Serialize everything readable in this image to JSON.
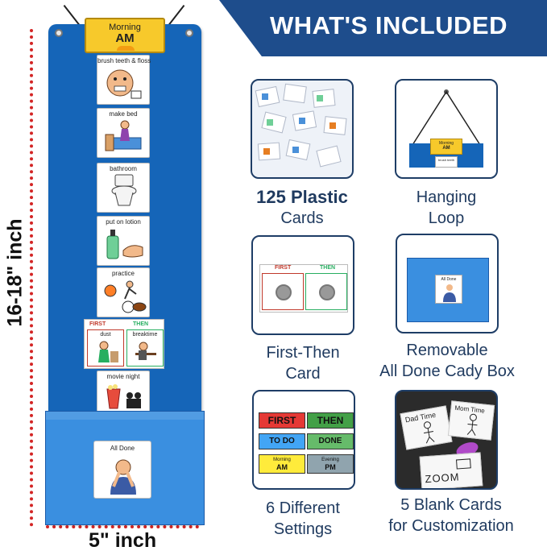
{
  "banner": {
    "title": "WHAT'S INCLUDED"
  },
  "dimensions": {
    "height": "16-18\" inch",
    "width": "5\" inch"
  },
  "chart": {
    "header_line1": "Morning",
    "header_line2": "AM",
    "cards": [
      {
        "label": "brush teeth & floss"
      },
      {
        "label": "make bed"
      },
      {
        "label": "bathroom"
      },
      {
        "label": "put on lotion"
      },
      {
        "label": "practice"
      },
      {
        "label": "movie night"
      }
    ],
    "first_then": {
      "first": "FIRST",
      "then": "THEN",
      "left": "dust",
      "right": "breaktime"
    },
    "box_card": "All Done"
  },
  "items": [
    {
      "title": "125 Plastic",
      "subtitle": "Cards"
    },
    {
      "title": "Hanging",
      "subtitle": "Loop"
    },
    {
      "title": "First-Then",
      "subtitle": "Card"
    },
    {
      "title": "Removable",
      "subtitle": "All Done Cady Box"
    },
    {
      "title": "6 Different",
      "subtitle": "Settings"
    },
    {
      "title": "5 Blank Cards",
      "subtitle": "for Customization"
    }
  ],
  "tiles": {
    "hanging": {
      "line1": "Morning",
      "line2": "AM",
      "card": "brush teeth"
    },
    "first_then": {
      "first": "FIRST",
      "then": "THEN"
    },
    "cady": {
      "card": "All Done"
    },
    "settings": [
      "FIRST",
      "THEN",
      "TO DO",
      "DONE",
      "Morning",
      "AM",
      "Evening",
      "PM"
    ],
    "blank": {
      "card1": "Dad Time",
      "card2": "Mom Time",
      "card3": "ZOOM"
    }
  },
  "colors": {
    "banner": "#1e4d8c",
    "chart_blue": "#1565b8",
    "box_blue": "#3a8fe0",
    "dimension_red": "#d32525",
    "header_yellow": "#f7c92b"
  }
}
